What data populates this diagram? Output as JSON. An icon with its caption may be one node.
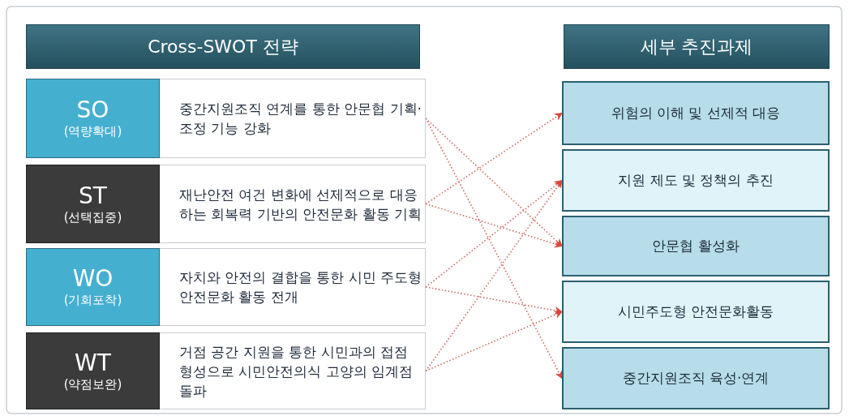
{
  "diagram": {
    "nodes": [
      {
        "text": [
          "Cross-SWOT 전략"
        ]
      },
      {
        "text": [
          "SO",
          "(역량확대)"
        ]
      },
      {
        "text": [
          "중간지원조직 연계를 통한 안문협 기획·조정 기능 강화"
        ]
      },
      {
        "text": [
          "ST",
          "(선택집중)"
        ]
      },
      {
        "text": [
          "재난안전 여건 변화에 선제적으로 대응하는 회복력 기반의 안전문화 활동 기획"
        ]
      },
      {
        "text": [
          "WO",
          "(기회포착)"
        ]
      },
      {
        "text": [
          "자치와 안전의 결합을 통한 시민 주도형 안전문화 활동 전개"
        ]
      },
      {
        "text": [
          "WT",
          "(약점보완)"
        ]
      },
      {
        "text": [
          "거점 공간 지원을 통한 시민과의 접점 형성으로 시민안전의식 고양의 임계점 돌파"
        ]
      },
      {
        "text": [
          "세부 추진과제"
        ]
      },
      {
        "text": [
          "위험의 이해 및 선제적 대응"
        ]
      },
      {
        "text": [
          "지원 제도 및 정책의 추진"
        ]
      },
      {
        "text": [
          "안문협 활성화"
        ]
      },
      {
        "text": [
          "시민주도형 안전문화활동"
        ]
      },
      {
        "text": [
          "중간지원조직 육성·연계"
        ]
      }
    ],
    "edges": [
      {
        "from": 2,
        "to": 12,
        "arrow": "to"
      },
      {
        "from": 2,
        "to": 14,
        "arrow": "to"
      },
      {
        "from": 4,
        "to": 10,
        "arrow": "to"
      },
      {
        "from": 4,
        "to": 12,
        "arrow": "to"
      },
      {
        "from": 6,
        "to": 11,
        "arrow": "to"
      },
      {
        "from": 6,
        "to": 13,
        "arrow": "to"
      },
      {
        "from": 8,
        "to": 11,
        "arrow": "to"
      },
      {
        "from": 8,
        "to": 13,
        "arrow": "to"
      }
    ]
  }
}
